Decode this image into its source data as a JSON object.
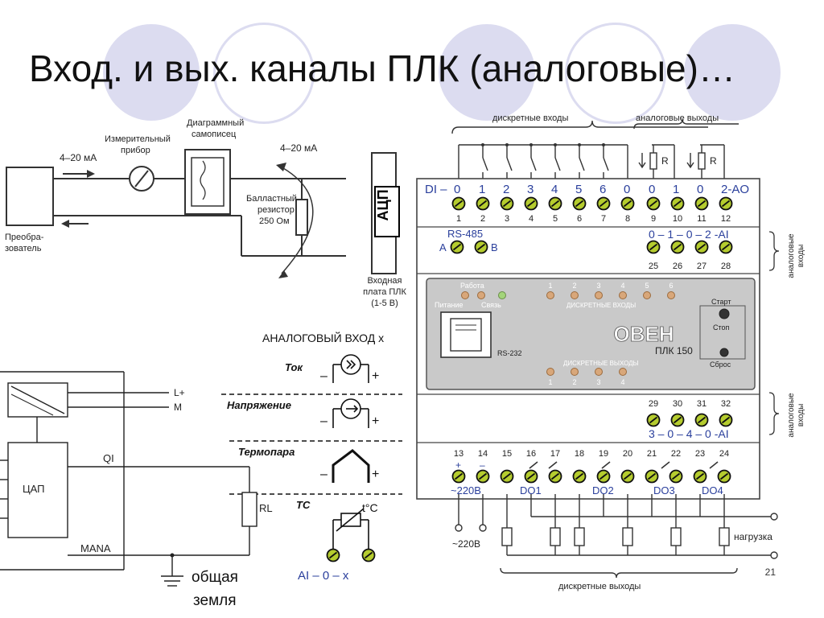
{
  "slide": {
    "title": "Вход. и вых. каналы ПЛК (аналоговые)…",
    "page_number": "21"
  },
  "loop_diagram": {
    "current_in": "4–20 мА",
    "meter": [
      "Измерительный",
      "прибор"
    ],
    "recorder": [
      "Диаграммный",
      "самописец"
    ],
    "current_out": "4–20 мА",
    "resistor": [
      "Балластный",
      "резистор",
      "250 Ом"
    ],
    "transducer": [
      "Преобра-",
      "зователь"
    ],
    "adc": "АЦП",
    "input_board": [
      "Входная",
      "плата ПЛК",
      "(1-5 В)"
    ]
  },
  "analog_input": {
    "title": "АНАЛОГОВЫЙ ВХОД x",
    "rows": [
      "Ток",
      "Напряжение",
      "Термопара",
      "ТС"
    ],
    "minus": "–",
    "plus": "+",
    "temp_symbol": "t°C",
    "channel": "AI – 0 – x"
  },
  "dac_diagram": {
    "lplus": "L+",
    "m": "M",
    "dac": "ЦАП",
    "qi": "QI",
    "rl": "RL",
    "mana": "MANA",
    "ground": [
      "общая",
      "земля"
    ]
  },
  "plc": {
    "top_left_label": "дискретные входы",
    "top_right_label": "аналоговые выходы",
    "r_label": "R",
    "top_channels": [
      "DI –",
      "0",
      "1",
      "2",
      "3",
      "4",
      "5",
      "6",
      "0",
      "0",
      "1",
      "0",
      "2-AO"
    ],
    "top_numbers": [
      "1",
      "2",
      "3",
      "4",
      "5",
      "6",
      "7",
      "8",
      "9",
      "10",
      "11",
      "12"
    ],
    "rs485": "RS-485",
    "rs485_a": "A",
    "rs485_b": "B",
    "ai_upper": "0 – 1 – 0 – 2 -AI",
    "ai_upper_numbers": [
      "25",
      "26",
      "27",
      "28"
    ],
    "side_label_1": [
      "аналоговые",
      "входы"
    ],
    "leds_top": [
      "Работа",
      "Питание",
      "Связь"
    ],
    "di_numbers": [
      "1",
      "2",
      "3",
      "4",
      "5",
      "6"
    ],
    "di_label": "ДИСКРЕТНЫЕ ВХОДЫ",
    "rs232": "RS-232",
    "brand": "ОВЕН",
    "model": "ПЛК 150",
    "start": "Старт",
    "stop": "Стоп",
    "reset": "Сброс",
    "do_label": "ДИСКРЕТНЫЕ ВЫХОДЫ",
    "do_numbers": [
      "1",
      "2",
      "3",
      "4"
    ],
    "ai_lower_numbers": [
      "29",
      "30",
      "31",
      "32"
    ],
    "ai_lower": "3 – 0 – 4 – 0 -AI",
    "side_label_2": [
      "аналоговые",
      "входы"
    ],
    "bottom_numbers": [
      "13",
      "14",
      "15",
      "16",
      "17",
      "18",
      "19",
      "20",
      "21",
      "22",
      "23",
      "24"
    ],
    "power_signs": [
      "+",
      "–"
    ],
    "power": "~220В",
    "do_groups": [
      "DO1",
      "DO2",
      "DO3",
      "DO4"
    ],
    "supply": "~220В",
    "load": "нагрузка",
    "bottom_label": "дискретные выходы"
  }
}
